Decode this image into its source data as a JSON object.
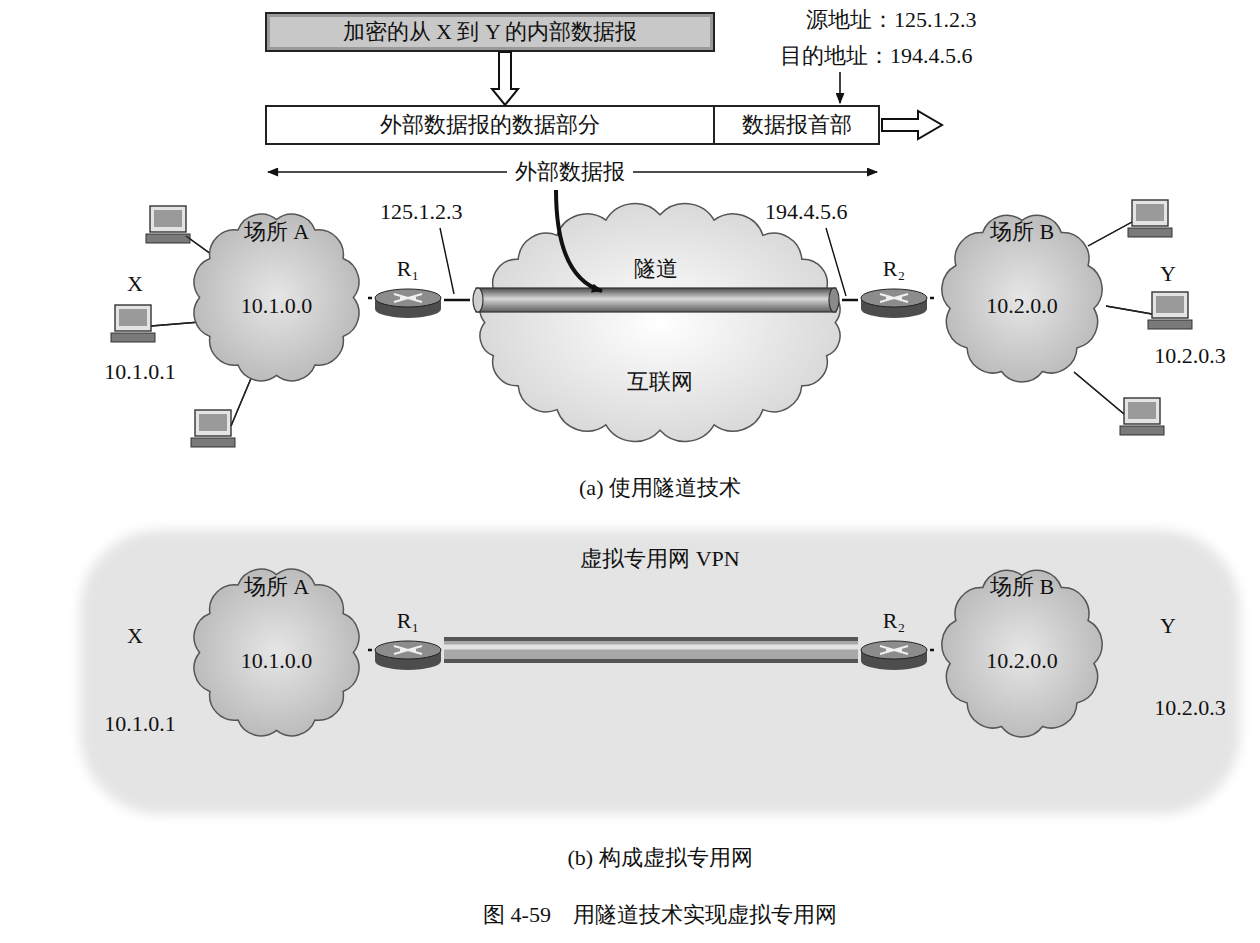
{
  "diagram": {
    "caption": "图 4-59　用隧道技术实现虚拟专用网",
    "nodes": [
      {
        "text": [
          "加密的从 X 到 Y 的内部数据报"
        ]
      },
      {
        "text": [
          "外部数据报的数据部分"
        ]
      },
      {
        "text": [
          "数据报首部"
        ]
      },
      {
        "text": [
          "场所 A",
          "10.1.0.0"
        ]
      },
      {
        "text": [
          "R₁"
        ]
      },
      {
        "text": [
          "互联网"
        ]
      },
      {
        "text": [
          "隧道"
        ]
      },
      {
        "text": [
          "R₂"
        ]
      },
      {
        "text": [
          "场所 B",
          "10.2.0.0"
        ]
      },
      {
        "text": [
          "虚拟专用网 VPN"
        ]
      },
      {
        "text": [
          "场所 A",
          "10.1.0.0"
        ],
        "in": 9
      },
      {
        "text": [
          "R₁"
        ],
        "in": 9
      },
      {
        "text": [
          "R₂"
        ],
        "in": 9
      },
      {
        "text": [
          "场所 B",
          "10.2.0.0"
        ],
        "in": 9
      }
    ],
    "edges": [
      {
        "from": 0,
        "to": 1,
        "arrow": "to"
      },
      {
        "from": 3,
        "to": 4,
        "arrow": "none"
      },
      {
        "from": 4,
        "to": 6,
        "arrow": "none"
      },
      {
        "from": 6,
        "to": 7,
        "arrow": "none"
      },
      {
        "from": 7,
        "to": 8,
        "arrow": "none"
      },
      {
        "from": 10,
        "to": 11,
        "arrow": "none"
      },
      {
        "from": 11,
        "to": 12,
        "arrow": "none"
      },
      {
        "from": 12,
        "to": 13,
        "arrow": "none"
      }
    ],
    "labels": [
      "源地址：125.1.2.3",
      "目的地址：194.4.5.6",
      "外部数据报",
      "125.1.2.3",
      "194.4.5.6",
      "X",
      "10.1.0.1",
      "Y",
      "10.2.0.3",
      "(a) 使用隧道技术",
      "X",
      "10.1.0.1",
      "Y",
      "10.2.0.3",
      "(b) 构成虚拟专用网"
    ]
  }
}
